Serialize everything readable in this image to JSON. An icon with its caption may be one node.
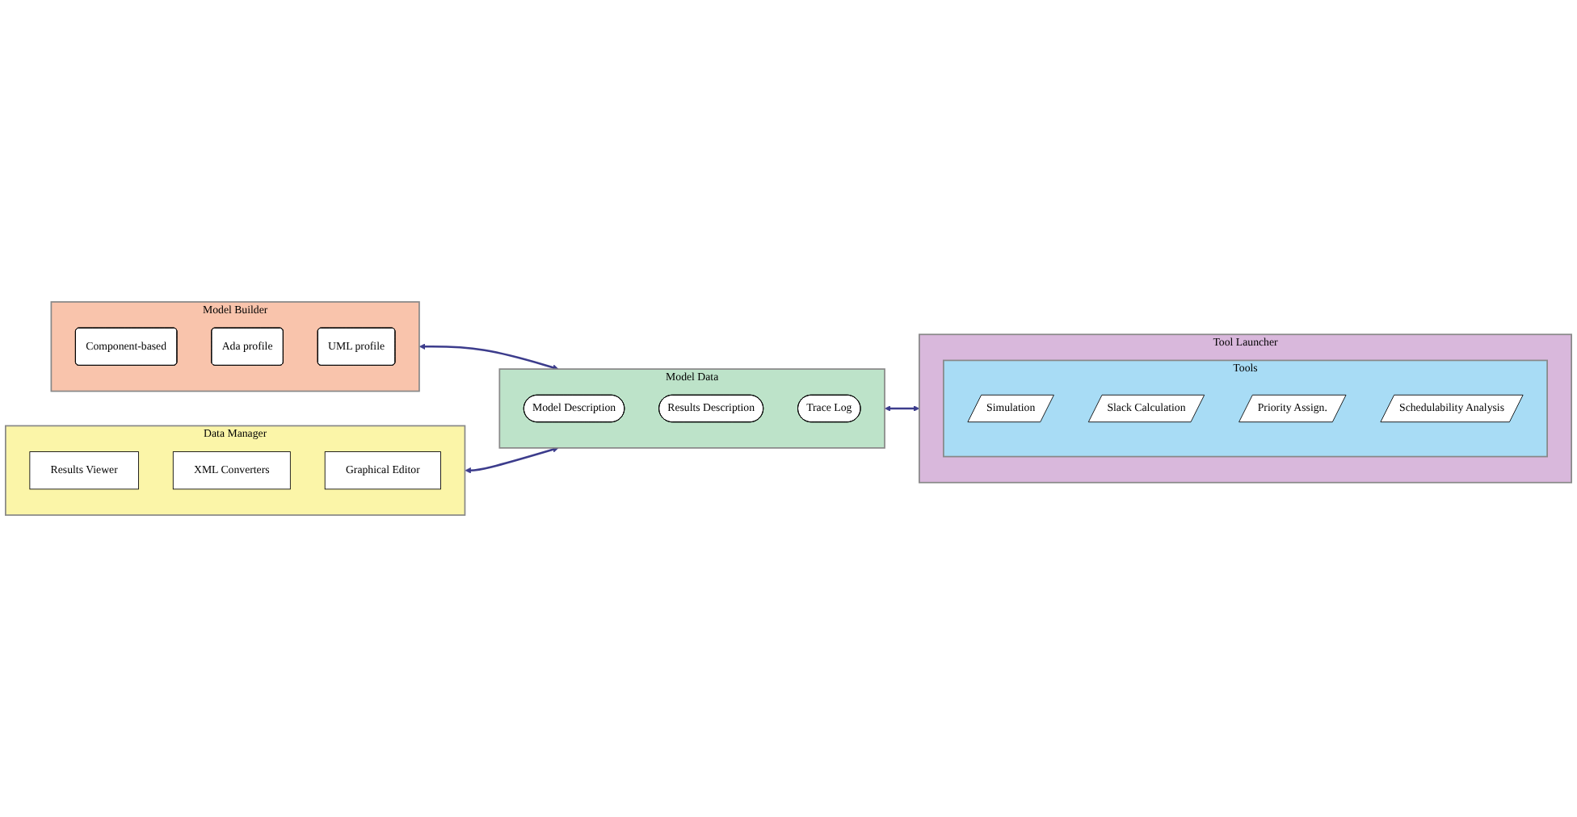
{
  "diagram": {
    "nodes": [
      {
        "text": [
          "Model Builder"
        ]
      },
      {
        "text": [
          "Component-based"
        ],
        "in": 0
      },
      {
        "text": [
          "Ada profile"
        ],
        "in": 0
      },
      {
        "text": [
          "UML profile"
        ],
        "in": 0
      },
      {
        "text": [
          "Data Manager"
        ]
      },
      {
        "text": [
          "Results Viewer"
        ],
        "in": 4
      },
      {
        "text": [
          "XML Converters"
        ],
        "in": 4
      },
      {
        "text": [
          "Graphical Editor"
        ],
        "in": 4
      },
      {
        "text": [
          "Model Data"
        ]
      },
      {
        "text": [
          "Model Description"
        ],
        "in": 8
      },
      {
        "text": [
          "Results Description"
        ],
        "in": 8
      },
      {
        "text": [
          "Trace Log"
        ],
        "in": 8
      },
      {
        "text": [
          "Tool Launcher"
        ]
      },
      {
        "text": [
          "Tools"
        ],
        "in": 12
      },
      {
        "text": [
          "Simulation"
        ],
        "in": 13
      },
      {
        "text": [
          "Slack Calculation"
        ],
        "in": 13
      },
      {
        "text": [
          "Priority Assign."
        ],
        "in": 13
      },
      {
        "text": [
          "Schedulability Analysis"
        ],
        "in": 13
      }
    ],
    "edges": [
      {
        "from": 0,
        "to": 8,
        "arrow": "both"
      },
      {
        "from": 4,
        "to": 8,
        "arrow": "both"
      },
      {
        "from": 8,
        "to": 12,
        "arrow": "both"
      }
    ]
  }
}
